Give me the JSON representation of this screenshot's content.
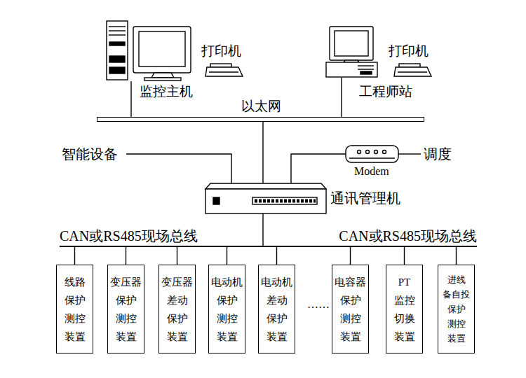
{
  "diagram": {
    "nodes": [
      {
        "text": [
          "监控主机"
        ]
      },
      {
        "text": [
          "打印机"
        ]
      },
      {
        "text": [
          "工程师站"
        ]
      },
      {
        "text": [
          "打印机"
        ]
      },
      {
        "text": [
          "以太网"
        ]
      },
      {
        "text": [
          "Modem"
        ]
      },
      {
        "text": [
          "通讯管理机"
        ]
      },
      {
        "text": [
          "CAN或RS485现场总线",
          "CAN或RS485现场总线"
        ]
      },
      {
        "text": [
          "线路 保护 测控 装置"
        ]
      },
      {
        "text": [
          "变压器 保护 测控 装置"
        ]
      },
      {
        "text": [
          "变压器 差动 保护 装置"
        ]
      },
      {
        "text": [
          "电动机 保护 测控 装置"
        ]
      },
      {
        "text": [
          "电动机 差动 保护 装置"
        ]
      },
      {
        "text": [
          "电容器 保护 测控 装置"
        ]
      },
      {
        "text": [
          "PT 监控 切换 装置"
        ]
      },
      {
        "text": [
          "进线 备自投 保护 测控 装置"
        ]
      }
    ],
    "edges": [
      {
        "from": 0,
        "to": 4,
        "arrow": "none"
      },
      {
        "from": 2,
        "to": 4,
        "arrow": "none"
      },
      {
        "from": 4,
        "to": 6,
        "arrow": "none"
      },
      {
        "from": 5,
        "to": 6,
        "arrow": "none"
      },
      {
        "from": 6,
        "to": 7,
        "arrow": "none"
      },
      {
        "from": 7,
        "to": 8,
        "arrow": "none"
      },
      {
        "from": 7,
        "to": 9,
        "arrow": "none"
      },
      {
        "from": 7,
        "to": 10,
        "arrow": "none"
      },
      {
        "from": 7,
        "to": 11,
        "arrow": "none"
      },
      {
        "from": 7,
        "to": 12,
        "arrow": "none"
      },
      {
        "from": 7,
        "to": 13,
        "arrow": "none"
      },
      {
        "from": 7,
        "to": 14,
        "arrow": "none"
      },
      {
        "from": 7,
        "to": 15,
        "arrow": "none"
      }
    ],
    "labels": [
      "智能设备",
      "调度",
      "……"
    ]
  }
}
